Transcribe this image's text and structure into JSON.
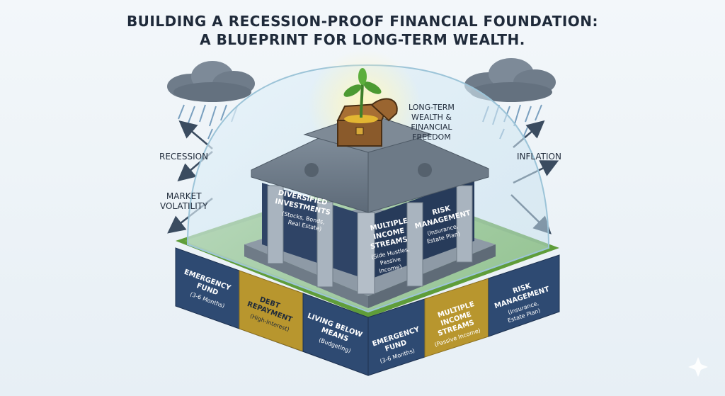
{
  "title_line1": "BUILDING A RECESSION-PROOF FINANCIAL FOUNDATION:",
  "title_line2": "A BLUEPRINT FOR LONG-TERM WEALTH.",
  "threats": {
    "recession": "RECESSION",
    "market_volatility_1": "MARKET",
    "market_volatility_2": "VOLATILITY",
    "inflation": "INFLATION"
  },
  "goal": {
    "line1": "LONG-TERM",
    "line2": "WEALTH &",
    "line3": "FINANCIAL",
    "line4": "FREEDOM"
  },
  "pillars": {
    "diversified": {
      "l1": "DIVERSIFIED",
      "l2": "INVESTMENTS",
      "l3": "(Stocks, Bonds,",
      "l4": "Real Estate)"
    },
    "income": {
      "l1": "MULTIPLE",
      "l2": "INCOME",
      "l3": "STREAMS",
      "l4": "(Side Hustles,",
      "l5": "Passive",
      "l6": "Income)"
    },
    "risk": {
      "l1": "RISK",
      "l2": "MANAGEMENT",
      "l3": "(Insurance,",
      "l4": "Estate Plan)"
    }
  },
  "tiles": {
    "emergency_left": {
      "l1": "EMERGENCY",
      "l2": "FUND",
      "l3": "(3-6 Months)"
    },
    "debt": {
      "l1": "DEBT",
      "l2": "REPAYMENT",
      "l3": "(High-Interest)"
    },
    "living": {
      "l1": "LIVING BELOW",
      "l2": "MEANS",
      "l3": "(Budgeting)"
    },
    "emergency_right": {
      "l1": "EMERGENCY",
      "l2": "FUND",
      "l3": "(3-6 Months)"
    },
    "income": {
      "l1": "MULTIPLE",
      "l2": "INCOME",
      "l3": "STREAMS",
      "l4": "(Passive Income)"
    },
    "risk": {
      "l1": "RISK",
      "l2": "MANAGEMENT",
      "l3": "(Insurance,",
      "l4": "Estate Plan)"
    }
  },
  "colors": {
    "navy_tile": "#2e4a72",
    "gold_tile": "#b8962e",
    "grass": "#5f9d3a",
    "building": "#9aa6b2",
    "dome": "#cfe6f2",
    "cloud": "#6f7c8a"
  }
}
